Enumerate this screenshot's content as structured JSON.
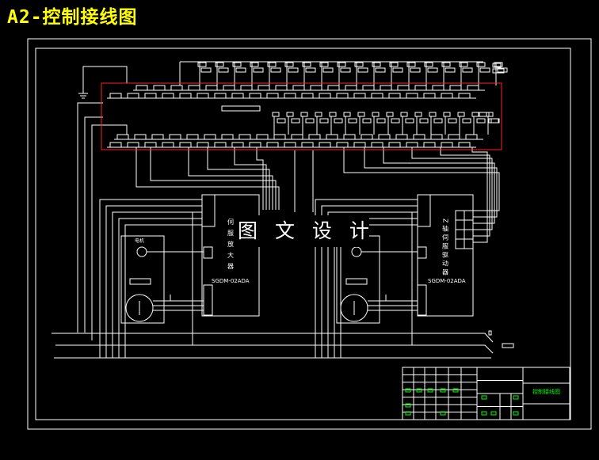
{
  "title": "A2-控制接线图",
  "watermark": "图 文 设 计",
  "drives": [
    {
      "model": "SGDM-02ADA",
      "side_label": "伺服放大器"
    },
    {
      "model": "SGDM-02ADA",
      "side_label": "Z轴伺服驱动器"
    }
  ],
  "motor_box_label": "电机",
  "title_block_label": "控制接线图",
  "colors": {
    "background": "#000000",
    "lines": "#ffffff",
    "highlight": "#ff2020",
    "title": "#ffff00",
    "title_block_text": "#00ff00"
  }
}
